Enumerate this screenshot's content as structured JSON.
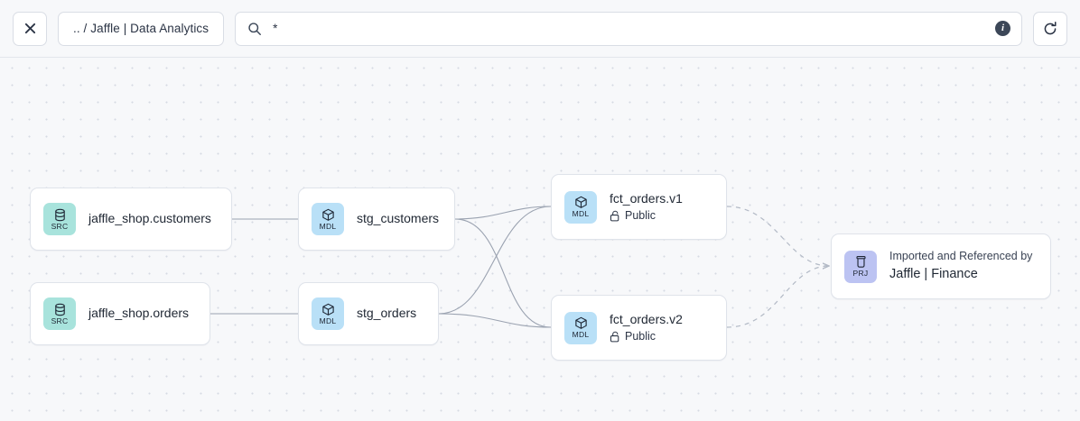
{
  "toolbar": {
    "close_label": "✕",
    "breadcrumb": ".. / Jaffle | Data Analytics",
    "search_value": "*",
    "search_placeholder": "Search",
    "info_label": "i",
    "refresh_label": "refresh"
  },
  "graph": {
    "nodes": [
      {
        "id": "src-customers",
        "badge": "SRC",
        "badge_kind": "src",
        "icon": "database-icon",
        "title": "jaffle_shop.customers",
        "sub": null
      },
      {
        "id": "mdl-stg-customers",
        "badge": "MDL",
        "badge_kind": "mdl",
        "icon": "cube-icon",
        "title": "stg_customers",
        "sub": null
      },
      {
        "id": "mdl-fct-orders-v1",
        "badge": "MDL",
        "badge_kind": "mdl",
        "icon": "cube-icon",
        "title": "fct_orders.v1",
        "sub": "Public",
        "sub_icon": "unlock-icon"
      },
      {
        "id": "src-orders",
        "badge": "SRC",
        "badge_kind": "src",
        "icon": "database-icon",
        "title": "jaffle_shop.orders",
        "sub": null
      },
      {
        "id": "mdl-stg-orders",
        "badge": "MDL",
        "badge_kind": "mdl",
        "icon": "cube-icon",
        "title": "stg_orders",
        "sub": null
      },
      {
        "id": "mdl-fct-orders-v2",
        "badge": "MDL",
        "badge_kind": "mdl",
        "icon": "cube-icon",
        "title": "fct_orders.v2",
        "sub": "Public",
        "sub_icon": "unlock-icon"
      },
      {
        "id": "prj-jaffle-finance",
        "badge": "PRJ",
        "badge_kind": "prj",
        "icon": "project-icon",
        "pretitle": "Imported and Referenced by",
        "title": "Jaffle | Finance"
      }
    ]
  },
  "colors": {
    "canvas_bg": "#f7f8fa",
    "node_bg": "#ffffff",
    "node_border": "#dfe3ea",
    "grid_dot": "#d6dae3",
    "badge_src": "#a8e3dc",
    "badge_mdl": "#b9e0f7",
    "badge_prj": "#bcc3f2",
    "edge": "#8f98a8",
    "edge_dashed": "#b3bac6",
    "toolbar_border": "#e3e6ec"
  }
}
